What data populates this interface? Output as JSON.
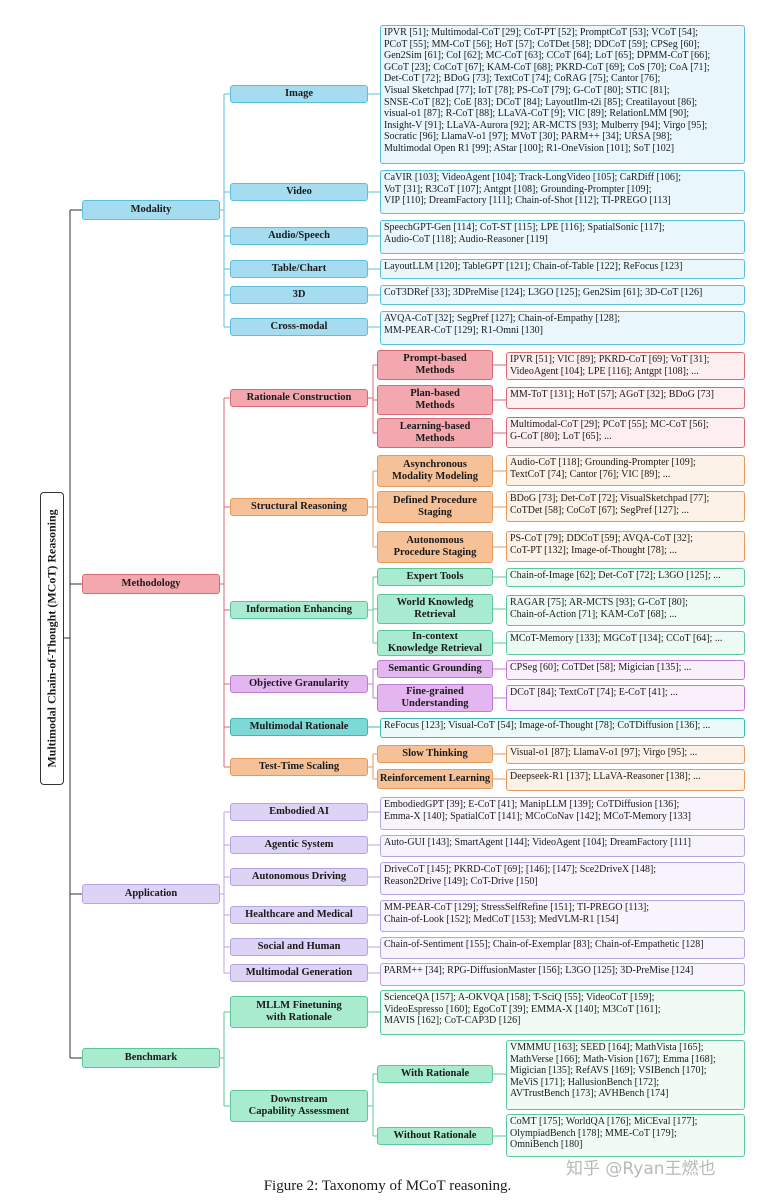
{
  "root": "Multimodal Chain-of-Thought (MCoT) Reasoning",
  "caption": "Figure 2: Taxonomy of MCoT reasoning.",
  "watermark": "知乎 @Ryan王燃也",
  "colors": {
    "blue": {
      "fill": "#a6dcef",
      "stroke": "#5cbfe0",
      "leaf": "#e9f7fc"
    },
    "red": {
      "fill": "#f2a8ae",
      "stroke": "#d66b75",
      "leaf": "#fdeff0"
    },
    "orange": {
      "fill": "#f7c197",
      "stroke": "#e59a5c",
      "leaf": "#fdf2e8"
    },
    "green": {
      "fill": "#a9ebd0",
      "stroke": "#5cc79b",
      "leaf": "#eefbf5"
    },
    "purple": {
      "fill": "#e3b6ef",
      "stroke": "#c07ad6",
      "leaf": "#faf0fc"
    },
    "teal": {
      "fill": "#7dd9d6",
      "stroke": "#3fb7b4",
      "leaf": "#eafaf9"
    },
    "lavender": {
      "fill": "#dcd3f5",
      "stroke": "#b4a6e6",
      "leaf": "#f7f4fd"
    },
    "mint": {
      "fill": "#a8ebcf",
      "stroke": "#5cc79b",
      "leaf": "#f0fbf6"
    }
  },
  "categories": [
    {
      "label": "Modality",
      "color": "blue",
      "children": [
        {
          "label": "Image",
          "leaf": "IPVR [51]; Multimodal-CoT [29]; CoT-PT [52]; PromptCoT [53]; VCoT [54];\nPCoT [55]; MM-CoT [56]; HoT [57]; CoTDet [58]; DDCoT [59]; CPSeg [60];\nGen2Sim [61]; CoI [62]; MC-CoT [63]; CCoT [64]; LoT [65]; DPMM-CoT [66];\nGCoT [23]; CoCoT [67]; KAM-CoT [68]; PKRD-CoT [69]; CoS [70]; CoA [71];\nDet-CoT [72]; BDoG [73]; TextCoT [74]; CoRAG [75]; Cantor [76];\nVisual Sketchpad [77]; IoT [78]; PS-CoT [79]; G-CoT [80]; STIC [81];\nSNSE-CoT [82]; CoE [83]; DCoT [84]; LayoutIlm-t2i [85]; Creatilayout [86];\nvisual-o1 [87]; R-CoT [88]; LLaVA-CoT [9]; VIC [89]; RelationLMM [90];\nInsight-V [91]; LLaVA-Aurora [92]; AR-MCTS [93]; Mulberry [94]; Virgo [95];\nSocratic [96]; LlamaV-o1 [97]; MVoT [30]; PARM++ [34]; URSA [98];\nMultimodal Open R1 [99]; AStar [100]; R1-OneVision [101]; SoT [102]"
        },
        {
          "label": "Video",
          "leaf": "CaVIR [103]; VideoAgent [104]; Track-LongVideo [105]; CaRDiff [106];\nVoT [31]; R3CoT [107]; Antgpt [108]; Grounding-Prompter [109];\nVIP [110]; DreamFactory [111]; Chain-of-Shot [112]; TI-PREGO [113]"
        },
        {
          "label": "Audio/Speech",
          "leaf": "SpeechGPT-Gen [114]; CoT-ST [115]; LPE [116]; SpatialSonic [117];\nAudio-CoT [118]; Audio-Reasoner [119]"
        },
        {
          "label": "Table/Chart",
          "leaf": "LayoutLLM [120]; TableGPT [121]; Chain-of-Table [122]; ReFocus [123]"
        },
        {
          "label": "3D",
          "leaf": "CoT3DRef [33]; 3DPreMise [124]; L3GO [125]; Gen2Sim [61]; 3D-CoT [126]"
        },
        {
          "label": "Cross-modal",
          "leaf": "AVQA-CoT [32]; SegPref [127]; Chain-of-Empathy [128];\nMM-PEAR-CoT [129]; R1-Omni [130]"
        }
      ]
    },
    {
      "label": "Methodology",
      "color": "red",
      "children": [
        {
          "label": "Rationale Construction",
          "color": "red",
          "children": [
            {
              "label": "Prompt-based\nMethods",
              "leaf": "IPVR [51]; VIC [89]; PKRD-CoT [69]; VoT [31];\nVideoAgent [104]; LPE [116]; Antgpt [108]; ..."
            },
            {
              "label": "Plan-based\nMethods",
              "leaf": "MM-ToT [131]; HoT [57]; AGoT [32]; BDoG [73]"
            },
            {
              "label": "Learning-based\nMethods",
              "leaf": "Multimodal-CoT [29]; PCoT [55]; MC-CoT [56];\nG-CoT [80]; LoT [65]; ..."
            }
          ]
        },
        {
          "label": "Structural Reasoning",
          "color": "orange",
          "children": [
            {
              "label": "Asynchronous\nModality Modeling",
              "leaf": "Audio-CoT [118]; Grounding-Prompter [109];\nTextCoT [74]; Cantor [76]; VIC [89]; ..."
            },
            {
              "label": "Defined Procedure\nStaging",
              "leaf": "BDoG [73]; Det-CoT [72]; VisualSketchpad [77];\nCoTDet [58]; CoCoT [67]; SegPref [127]; ..."
            },
            {
              "label": "Autonomous\nProcedure Staging",
              "leaf": "PS-CoT [79]; DDCoT [59]; AVQA-CoT [32];\nCoT-PT [132]; Image-of-Thought [78]; ..."
            }
          ]
        },
        {
          "label": "Information Enhancing",
          "color": "green",
          "children": [
            {
              "label": "Expert Tools",
              "leaf": "Chain-of-Image [62]; Det-CoT [72]; L3GO [125]; ..."
            },
            {
              "label": "World Knowledg\nRetrieval",
              "leaf": "RAGAR [75]; AR-MCTS [93]; G-CoT [80];\nChain-of-Action [71]; KAM-CoT [68]; ..."
            },
            {
              "label": "In-context\nKnowledge Retrieval",
              "leaf": "MCoT-Memory [133]; MGCoT [134]; CCoT [64]; ..."
            }
          ]
        },
        {
          "label": "Objective Granularity",
          "color": "purple",
          "children": [
            {
              "label": "Semantic Grounding",
              "leaf": "CPSeg [60]; CoTDet [58]; Migician [135]; ..."
            },
            {
              "label": "Fine-grained\nUnderstanding",
              "leaf": "DCoT [84]; TextCoT [74]; E-CoT [41]; ..."
            }
          ]
        },
        {
          "label": "Multimodal Rationale",
          "color": "teal",
          "leaf": "ReFocus [123]; Visual-CoT [54]; Image-of-Thought [78]; CoTDiffusion [136]; ..."
        },
        {
          "label": "Test-Time Scaling",
          "color": "orange",
          "children": [
            {
              "label": "Slow Thinking",
              "leaf": "Visual-o1 [87]; LlamaV-o1 [97]; Virgo [95]; ..."
            },
            {
              "label": "Reinforcement Learning",
              "leaf": "Deepseek-R1 [137]; LLaVA-Reasoner [138]; ..."
            }
          ]
        }
      ]
    },
    {
      "label": "Application",
      "color": "lavender",
      "children": [
        {
          "label": "Embodied AI",
          "leaf": "EmbodiedGPT [39]; E-CoT [41]; ManipLLM [139]; CoTDiffusion [136];\nEmma-X [140]; SpatialCoT [141]; MCoCoNav [142]; MCoT-Memory [133]"
        },
        {
          "label": "Agentic System",
          "leaf": "Auto-GUI [143]; SmartAgent [144]; VideoAgent [104]; DreamFactory [111]"
        },
        {
          "label": "Autonomous Driving",
          "leaf": "DriveCoT [145]; PKRD-CoT [69]; [146]; [147]; Sce2DriveX [148];\nReason2Drive [149]; CoT-Drive [150]"
        },
        {
          "label": "Healthcare and Medical",
          "leaf": "MM-PEAR-CoT [129]; StressSelfRefine [151]; TI-PREGO [113];\nChain-of-Look [152]; MedCoT [153]; MedVLM-R1 [154]"
        },
        {
          "label": "Social and Human",
          "leaf": "Chain-of-Sentiment [155]; Chain-of-Exemplar [83]; Chain-of-Empathetic [128]"
        },
        {
          "label": "Multimodal Generation",
          "leaf": "PARM++ [34]; RPG-DiffusionMaster [156]; L3GO [125]; 3D-PreMise [124]"
        }
      ]
    },
    {
      "label": "Benchmark",
      "color": "mint",
      "children": [
        {
          "label": "MLLM Finetuning\nwith Rationale",
          "leaf": "ScienceQA [157]; A-OKVQA [158]; T-SciQ [55]; VideoCoT [159];\nVideoEspresso [160]; EgoCoT [39]; EMMA-X [140]; M3CoT [161];\nMAVIS [162]; CoT-CAP3D [126]"
        },
        {
          "label": "Downstream\nCapability Assessment",
          "children": [
            {
              "label": "With Rationale",
              "leaf": "VMMMU [163]; SEED [164]; MathVista [165];\nMathVerse [166]; Math-Vision [167]; Emma [168];\nMigician [135]; RefAVS [169]; VSIBench [170];\nMeViS [171]; HallusionBench [172];\nAVTrustBench [173]; AVHBench [174]"
            },
            {
              "label": "Without Rationale",
              "leaf": "CoMT [175]; WorldQA [176]; MiCEval [177];\nOlympiadBench [178]; MME-CoT [179];\nOmniBench [180]"
            }
          ]
        }
      ]
    }
  ]
}
